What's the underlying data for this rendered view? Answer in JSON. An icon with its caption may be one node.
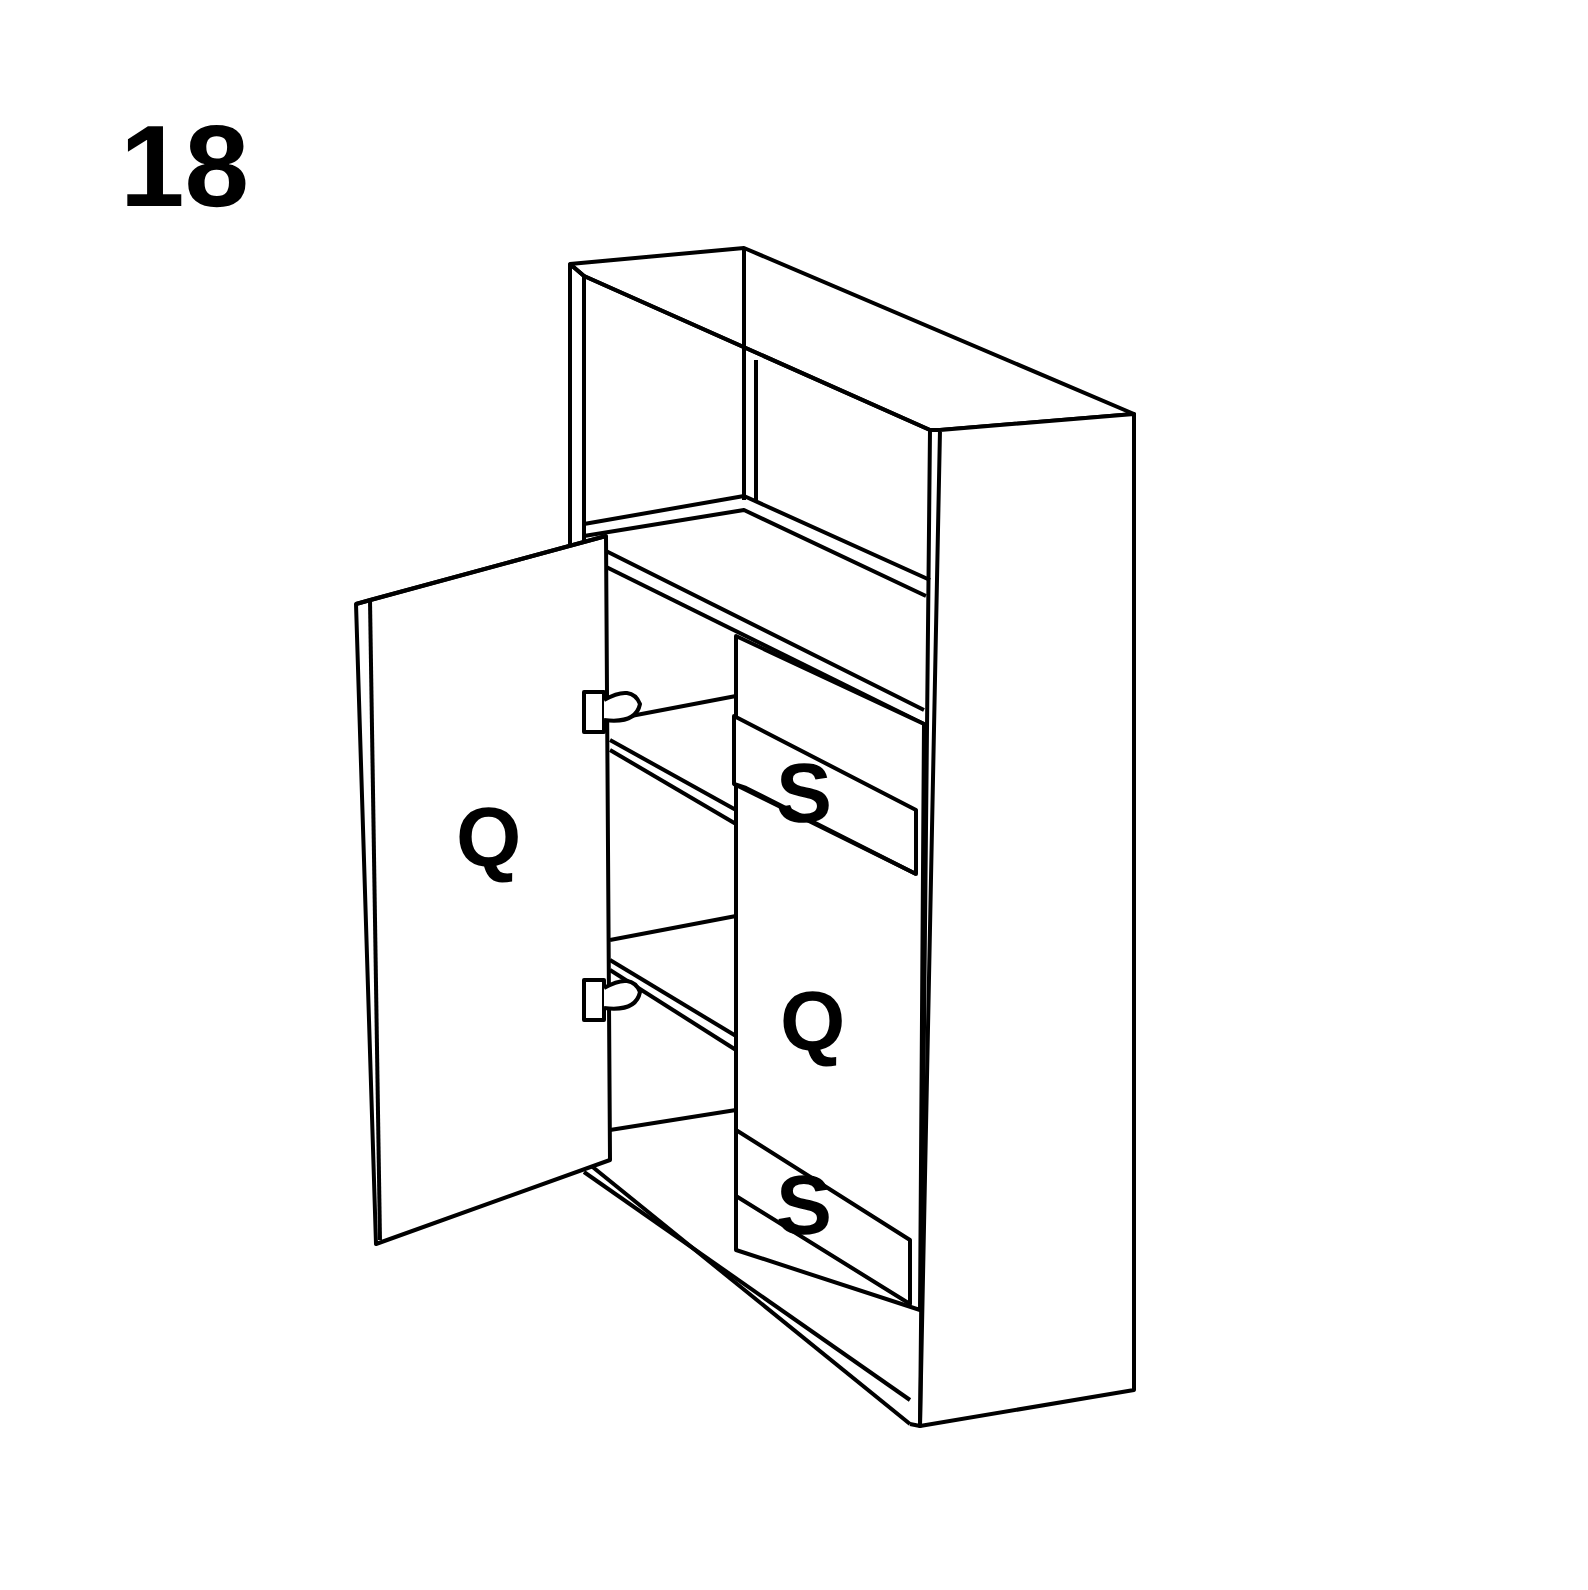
{
  "diagram": {
    "labels": [
      "18",
      "Q",
      "S",
      "Q",
      "S"
    ]
  }
}
